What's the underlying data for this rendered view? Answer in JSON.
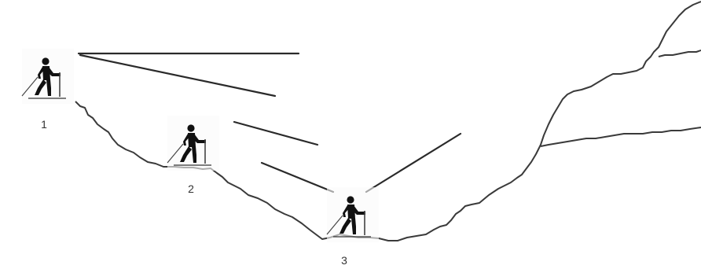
{
  "hikers": [
    {
      "label": "1"
    },
    {
      "label": "2"
    },
    {
      "label": "3"
    }
  ],
  "colors": {
    "ink": "#222222",
    "terrain": "#3a3a3a",
    "sight_line": "#2a2a2a"
  },
  "icons": [
    "hiker-with-trekking-pole-icon"
  ]
}
